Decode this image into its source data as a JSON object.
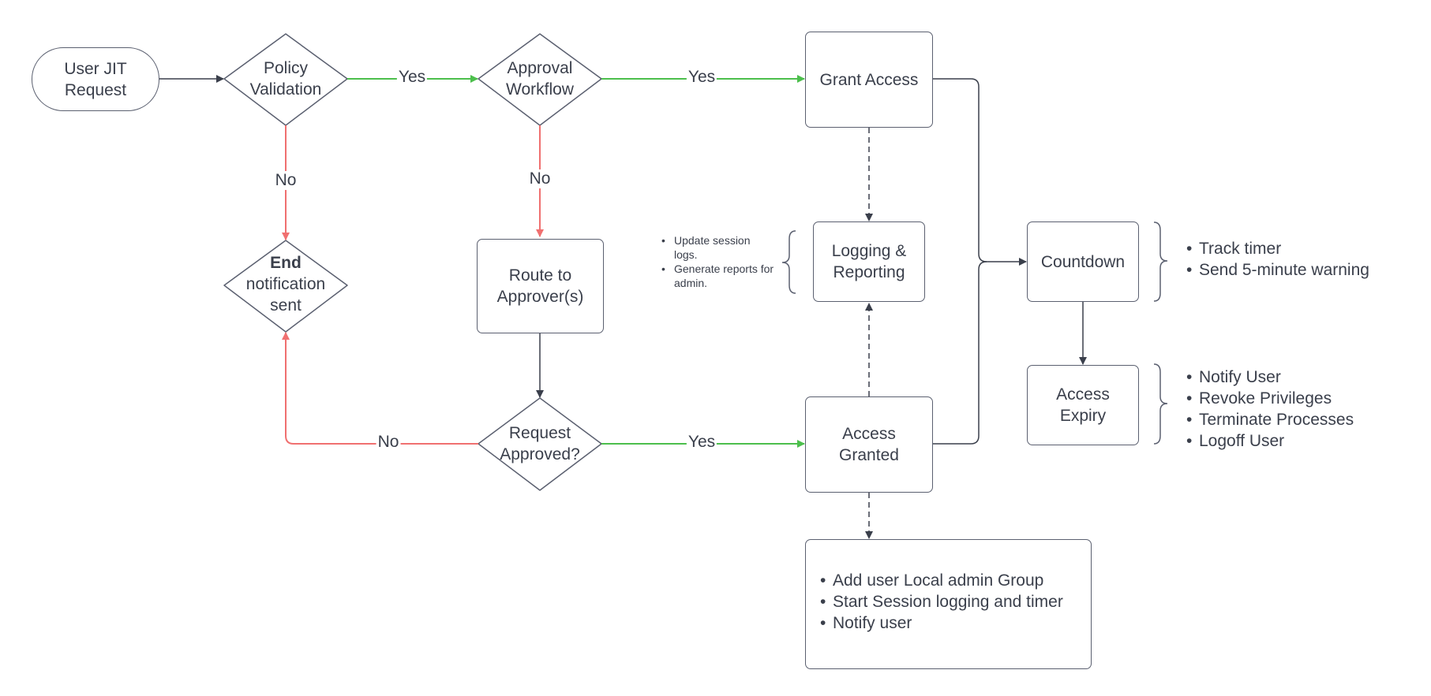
{
  "nodes": {
    "user_jit_request": "User JIT\nRequest",
    "policy_validation": "Policy\nValidation",
    "approval_workflow": "Approval\nWorkflow",
    "grant_access": "Grant Access",
    "end_title": "End",
    "end_rest": "notification\nsent",
    "route_to_approvers": "Route to\nApprover(s)",
    "request_approved": "Request\nApproved?",
    "access_granted": "Access\nGranted",
    "logging_reporting": "Logging &\nReporting",
    "countdown": "Countdown",
    "access_expiry": "Access\nExpiry"
  },
  "edge_labels": {
    "yes_policy_approval": "Yes",
    "yes_approval_grant": "Yes",
    "no_policy_end": "No",
    "no_approval_route": "No",
    "no_request_end": "No",
    "yes_request_granted": "Yes"
  },
  "notes": {
    "logging": [
      "Update session logs.",
      "Generate reports for admin."
    ],
    "countdown": [
      "Track timer",
      "Send 5-minute warning"
    ],
    "expiry": [
      "Notify User",
      "Revoke Privileges",
      "Terminate Processes",
      "Logoff User"
    ],
    "access_actions": [
      "Add user Local admin Group",
      "Start Session logging and timer",
      "Notify user"
    ]
  },
  "colors": {
    "yes": "#4cbf4c",
    "no": "#f07070",
    "default": "#3a3f4b"
  }
}
